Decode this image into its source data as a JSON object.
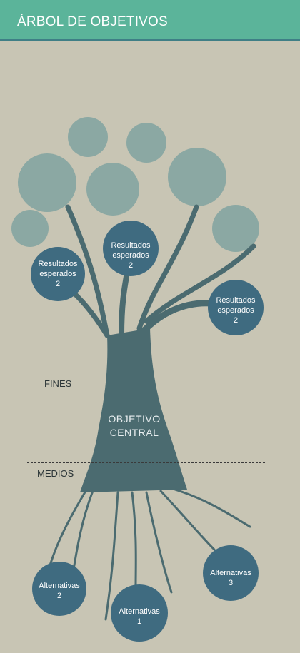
{
  "header": {
    "title": "ÁRBOL DE OBJETIVOS"
  },
  "labels": {
    "fines": "FINES",
    "medios": "MEDIOS"
  },
  "central": {
    "line1": "OBJETIVO",
    "line2": "CENTRAL"
  },
  "results": [
    {
      "line1": "Resultados",
      "line2": "esperados",
      "line3": "2"
    },
    {
      "line1": "Resultados",
      "line2": "esperados",
      "line3": "2"
    },
    {
      "line1": "Resultados",
      "line2": "esperados",
      "line3": "2"
    }
  ],
  "alternatives": [
    {
      "line1": "Alternativas",
      "line2": "1"
    },
    {
      "line1": "Alternativas",
      "line2": "2"
    },
    {
      "line1": "Alternativas",
      "line2": "3"
    }
  ],
  "colors": {
    "background": "#c8c5b4",
    "header": "#5bb49a",
    "trunk": "#4b6b70",
    "foliage": "#8ba8a3",
    "node": "#3f6b80"
  }
}
